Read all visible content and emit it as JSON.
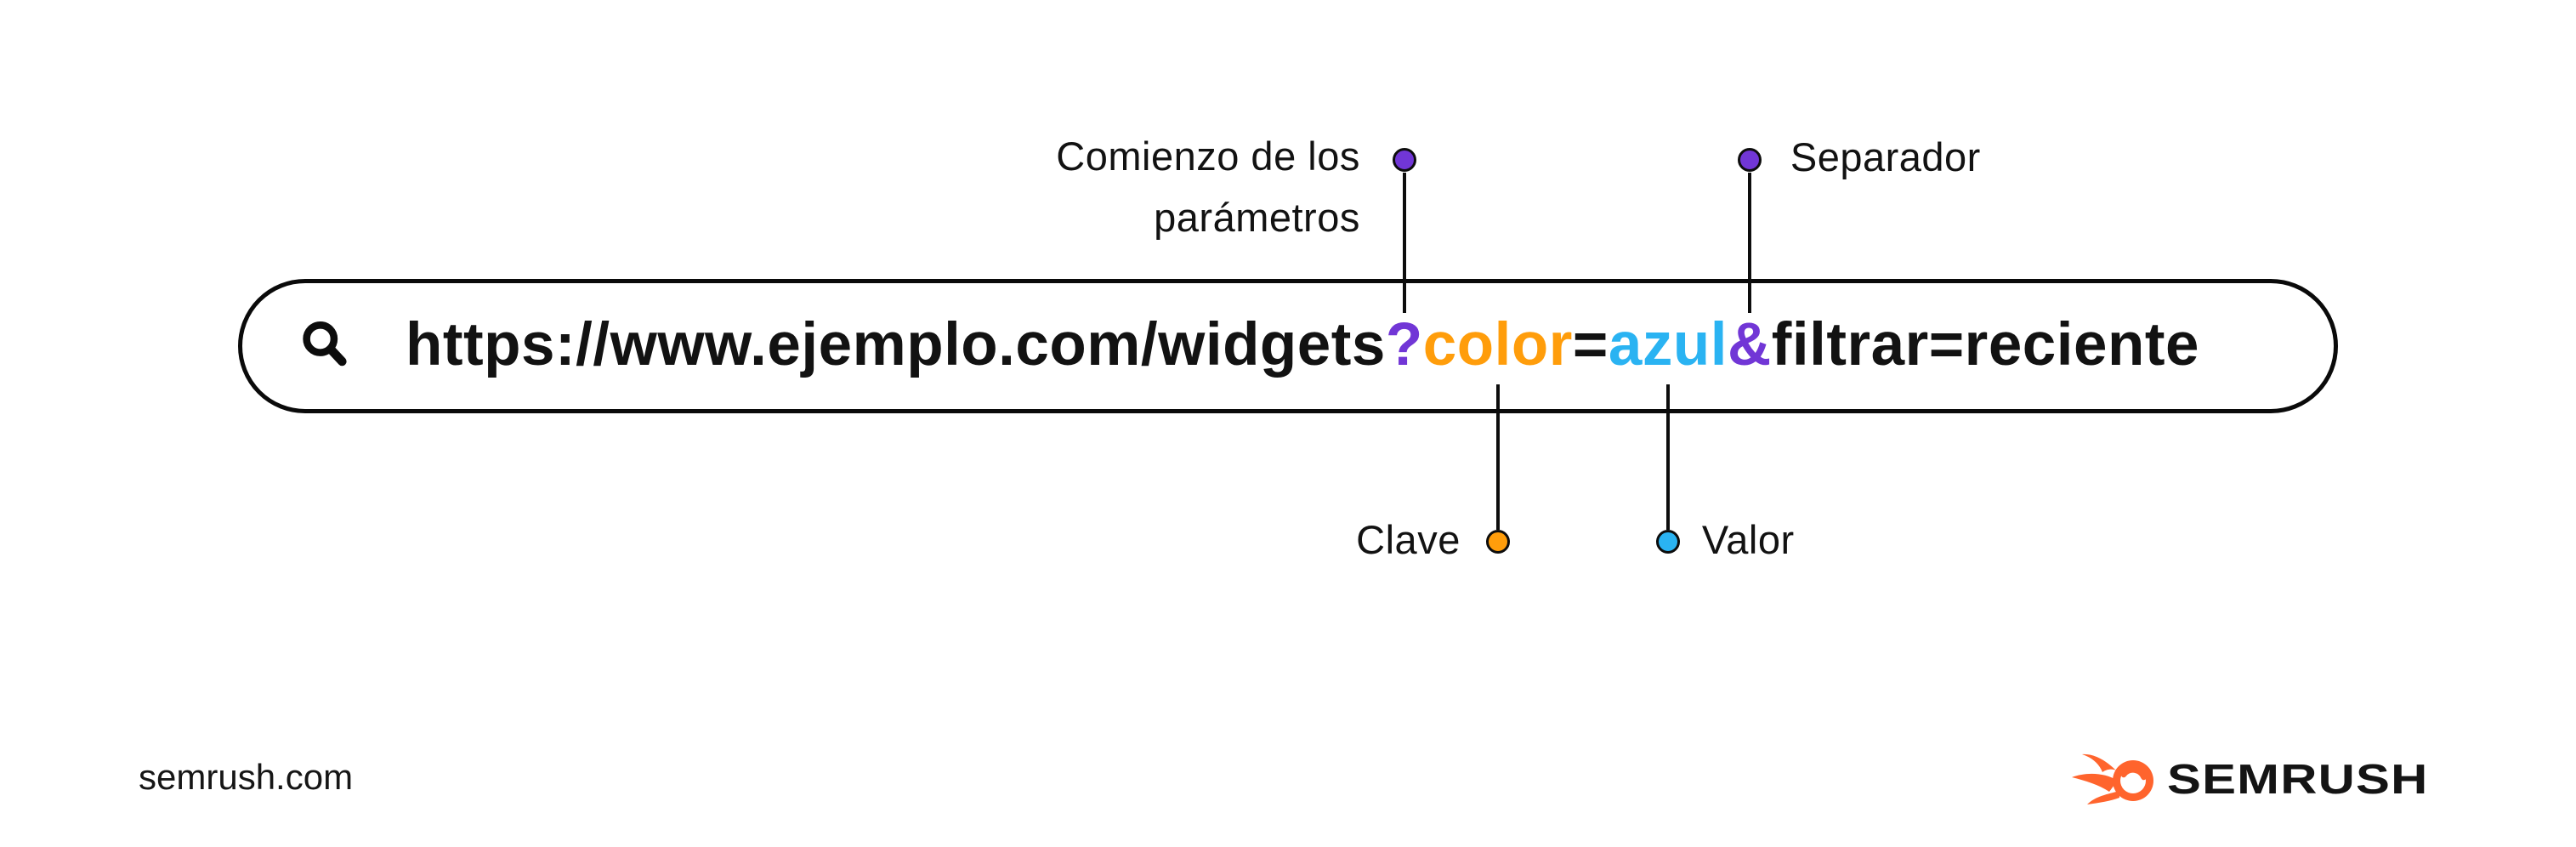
{
  "url_bar": {
    "segments": [
      {
        "name": "protocol-host-path",
        "text": "https://www.ejemplo.com/widgets",
        "color": "black"
      },
      {
        "name": "question-mark",
        "text": "?",
        "color": "purple"
      },
      {
        "name": "param-key",
        "text": "color",
        "color": "orange"
      },
      {
        "name": "equals-sign",
        "text": "=",
        "color": "black"
      },
      {
        "name": "param-value",
        "text": "azul",
        "color": "blue"
      },
      {
        "name": "ampersand",
        "text": "&",
        "color": "purple"
      },
      {
        "name": "second-parameter",
        "text": "filtrar=reciente",
        "color": "black"
      }
    ]
  },
  "annotations": {
    "start_of_parameters": "Comienzo de los parámetros",
    "separator": "Separador",
    "key": "Clave",
    "value": "Valor"
  },
  "footer": {
    "site": "semrush.com",
    "logo_text": "SEMRUSH"
  },
  "colors": {
    "purple": "#7136D6",
    "orange": "#FF9D0B",
    "blue": "#2AB3F2",
    "ink": "#121212",
    "logo_orange": "#FF642D"
  }
}
